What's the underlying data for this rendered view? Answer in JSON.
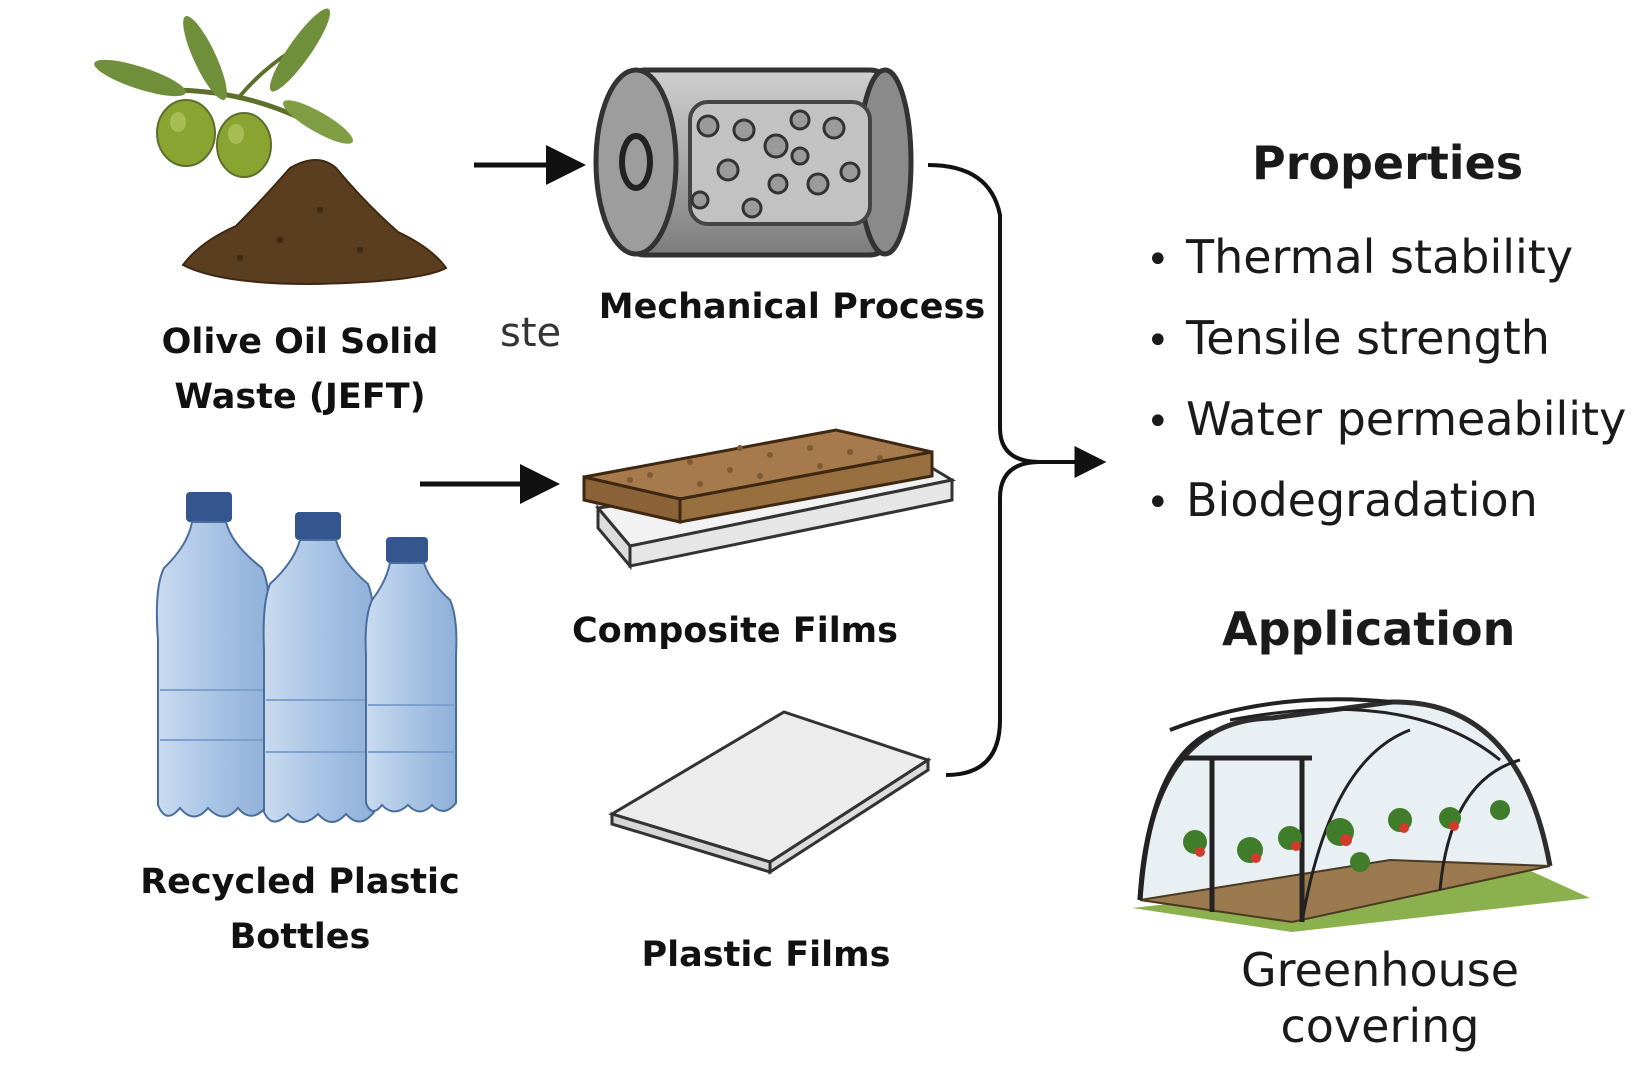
{
  "inputs": {
    "olive_label": "Olive Oil Solid\nWaste (JEFT)",
    "partial_text": "ste",
    "plastic_label": "Recycled Plastic\nBottles"
  },
  "processes": {
    "mechanical_label": "Mechanical Process",
    "composite_label": "Composite Films",
    "plastic_films_label": "Plastic Films"
  },
  "properties": {
    "heading": "Properties",
    "bullet": "•",
    "items": [
      "Thermal stability",
      "Tensile strength",
      "Water permeability",
      "Biodegradation"
    ]
  },
  "application": {
    "heading": "Application",
    "label": "Greenhouse\ncovering"
  },
  "icons": [
    "olive-branch-icon",
    "soil-pile-icon",
    "plastic-bottles-icon",
    "mixer-drum-icon",
    "composite-film-icon",
    "plastic-film-icon",
    "greenhouse-icon"
  ],
  "colors": {
    "olive_green": "#8aa431",
    "leaf_green": "#6f8f3a",
    "soil_brown": "#5b3d1f",
    "bottle_blue": "#a9c4e4",
    "cap_blue": "#35558e",
    "drum_gray": "#9a9a9a",
    "composite_brown": "#a67a4c",
    "film_white": "#ececec",
    "arrow": "#111111"
  }
}
